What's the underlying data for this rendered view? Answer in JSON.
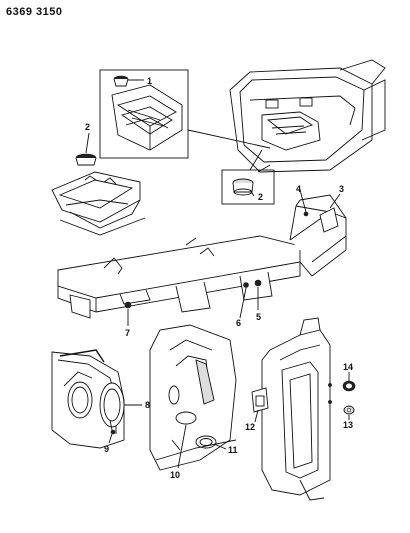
{
  "header": {
    "part_number": "6369 3150"
  },
  "callouts": [
    {
      "id": "callout-1",
      "label": "1"
    },
    {
      "id": "callout-2a",
      "label": "2"
    },
    {
      "id": "callout-2b",
      "label": "2"
    },
    {
      "id": "callout-3",
      "label": "3"
    },
    {
      "id": "callout-4",
      "label": "4"
    },
    {
      "id": "callout-5",
      "label": "5"
    },
    {
      "id": "callout-6",
      "label": "6"
    },
    {
      "id": "callout-7",
      "label": "7"
    },
    {
      "id": "callout-8",
      "label": "8"
    },
    {
      "id": "callout-9",
      "label": "9"
    },
    {
      "id": "callout-10",
      "label": "10"
    },
    {
      "id": "callout-11",
      "label": "11"
    },
    {
      "id": "callout-12",
      "label": "12"
    },
    {
      "id": "callout-13",
      "label": "13"
    },
    {
      "id": "callout-14",
      "label": "14"
    }
  ]
}
